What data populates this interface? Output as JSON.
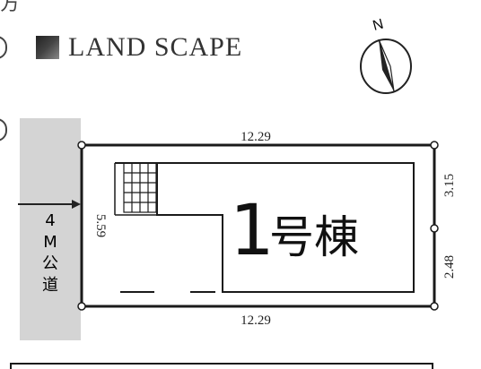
{
  "header": {
    "fragment": "方"
  },
  "legend": {
    "label": "LAND SCAPE"
  },
  "compass": {
    "letter": "N"
  },
  "road": {
    "chars": [
      "4",
      "M",
      "公",
      "道"
    ]
  },
  "dimensions": {
    "top": "12.29",
    "bottom": "12.29",
    "left": "5.59",
    "right_upper": "3.15",
    "right_lower": "2.48"
  },
  "building": {
    "number": "1",
    "suffix": "号棟"
  },
  "colors": {
    "road": "#d4d4d4",
    "line": "#1a1a1a"
  }
}
